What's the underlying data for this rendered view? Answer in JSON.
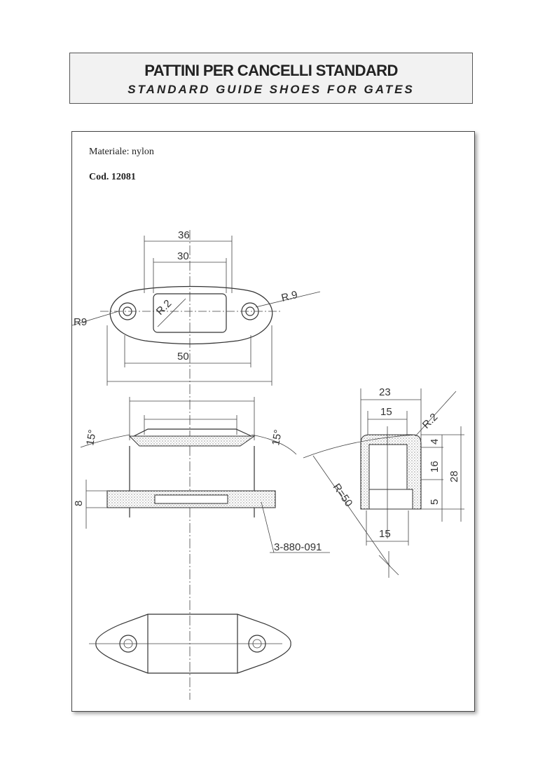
{
  "header": {
    "title": "PATTINI PER CANCELLI STANDARD",
    "subtitle": "STANDARD GUIDE SHOES FOR GATES"
  },
  "sheet": {
    "material": "Materiale: nylon",
    "code": "Cod. 12081"
  },
  "dimensions": {
    "d36": "36",
    "d30": "30",
    "r9_left": "R9",
    "r9_right": "R.9",
    "r2_top": "R.2",
    "d50": "50",
    "d15_angle_left": "15°",
    "d15_angle_right": "15°",
    "d8": "8",
    "part_ref": "3-880-091",
    "d23": "23",
    "d15_top": "15",
    "r2_side": "R.2",
    "d4": "4",
    "d16": "16",
    "d28": "28",
    "d5": "5",
    "r50": "R=50",
    "d15_bottom": "15"
  }
}
